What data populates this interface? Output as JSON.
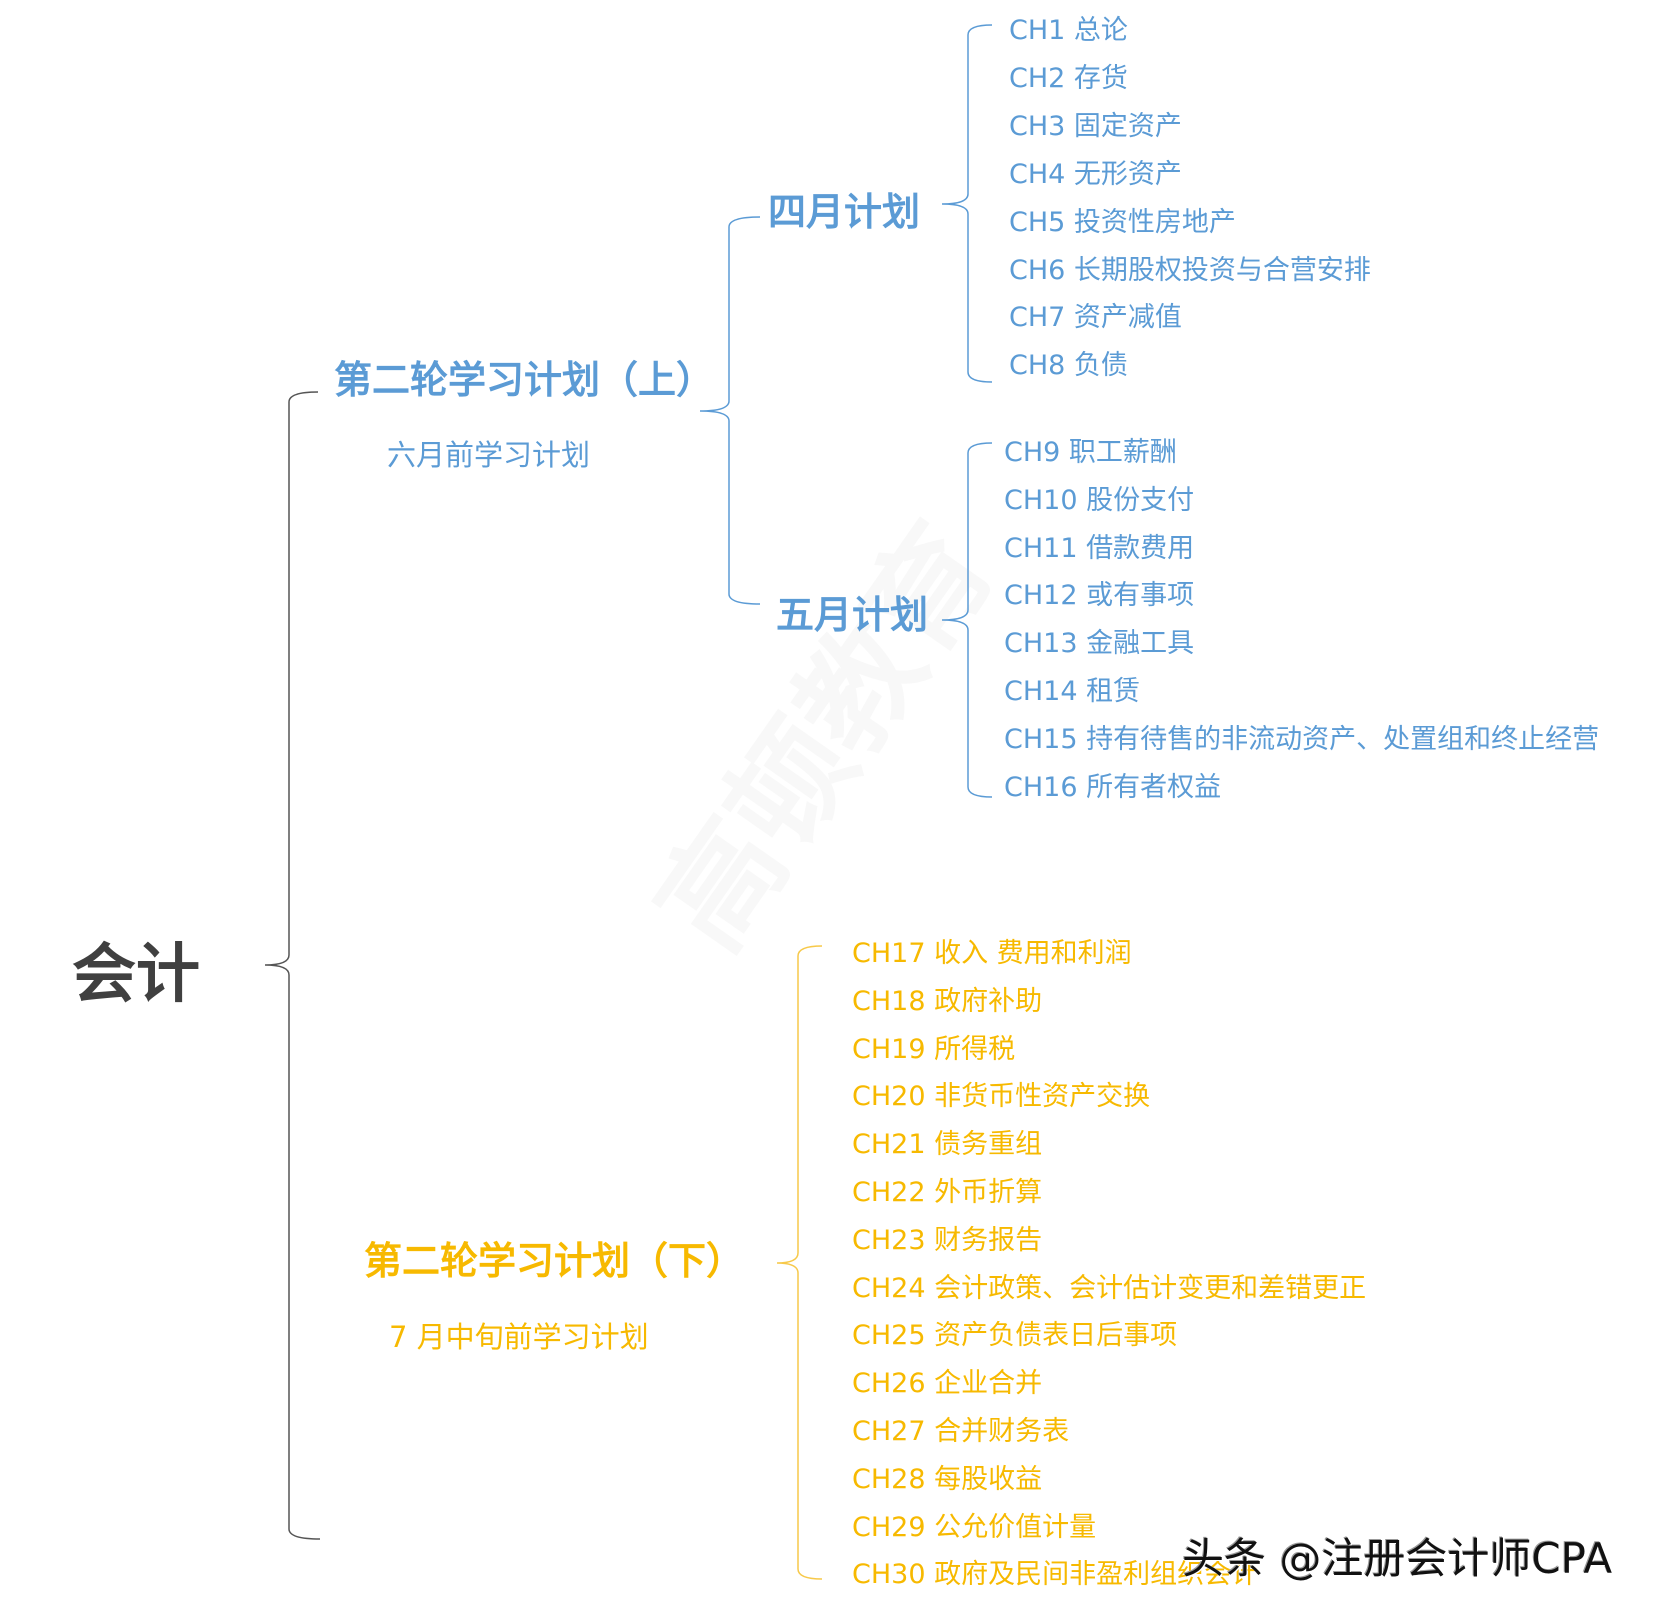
{
  "root": "会计",
  "colors": {
    "root": "#404040",
    "upper": "#5b9bd5",
    "lower": "#f7b900"
  },
  "upper": {
    "title": "第二轮学习计划（上）",
    "subtitle": "六月前学习计划",
    "april": {
      "title": "四月计划",
      "chapters": [
        "CH1  总论",
        "CH2  存货",
        "CH3  固定资产",
        "CH4  无形资产",
        "CH5  投资性房地产",
        "CH6  长期股权投资与合营安排",
        "CH7  资产减值",
        "CH8  负债"
      ]
    },
    "may": {
      "title": "五月计划",
      "chapters": [
        "CH9  职工薪酬",
        "CH10  股份支付",
        "CH11  借款费用",
        "CH12  或有事项",
        "CH13  金融工具",
        "CH14  租赁",
        "CH15  持有待售的非流动资产、处置组和终止经营",
        "CH16  所有者权益"
      ]
    }
  },
  "lower": {
    "title": "第二轮学习计划（下）",
    "subtitle": "7 月中旬前学习计划",
    "chapters": [
      "CH17  收入  费用和利润",
      "CH18  政府补助",
      "CH19  所得税",
      "CH20  非货币性资产交换",
      "CH21  债务重组",
      "CH22  外币折算",
      "CH23  财务报告",
      "CH24    会计政策、会计估计变更和差错更正",
      "CH25  资产负债表日后事项",
      "CH26  企业合并",
      "CH27  合并财务表",
      "CH28  每股收益",
      "CH29 公允价值计量",
      "CH30 政府及民间非盈利组织会计"
    ]
  },
  "background_watermark": "高顿教育",
  "watermark": "头条 @注册会计师CPA"
}
